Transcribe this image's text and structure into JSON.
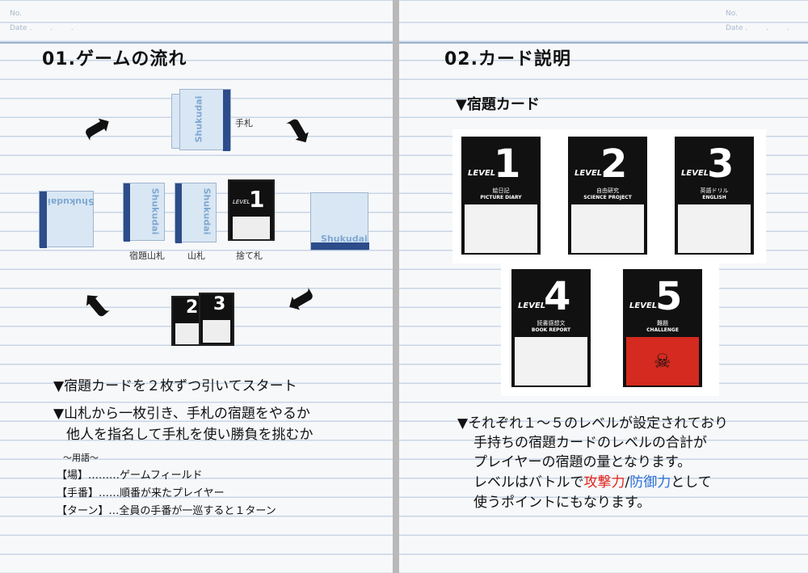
{
  "header": {
    "no_label": "No.",
    "date_label": "Date"
  },
  "left": {
    "heading": "01.ゲームの流れ",
    "hand_label": "手札",
    "deck_labels": [
      "宿題山札",
      "山札",
      "捨て札"
    ],
    "card_brand": "Shukudai",
    "level_word": "LEVEL",
    "lines": [
      "▼宿題カードを２枚ずつ引いてスタート",
      "▼山札から一枚引き、手札の宿題をやるか",
      "他人を指名して手札を使い勝負を挑むか"
    ],
    "glossary_title": "～用語～",
    "glossary": [
      "【場】………ゲームフィールド",
      "【手番】……順番が来たプレイヤー",
      "【ターン】…全員の手番が一巡すると１ターン"
    ]
  },
  "right": {
    "heading": "02.カード説明",
    "subheading": "▼宿題カード",
    "cards": [
      {
        "level": "LEVEL",
        "num": "1",
        "jp": "絵日記",
        "en": "PICTURE DIARY"
      },
      {
        "level": "LEVEL",
        "num": "2",
        "jp": "自由研究",
        "en": "SCIENCE PROJECT"
      },
      {
        "level": "LEVEL",
        "num": "3",
        "jp": "英語ドリル",
        "en": "ENGLISH"
      },
      {
        "level": "LEVEL",
        "num": "4",
        "jp": "読書感想文",
        "en": "BOOK REPORT"
      },
      {
        "level": "LEVEL",
        "num": "5",
        "jp": "難題",
        "en": "CHALLENGE"
      }
    ],
    "desc1": "▼それぞれ１～５のレベルが設定されており",
    "desc2": "手持ちの宿題カードのレベルの合計が",
    "desc3": "プレイヤーの宿題の量となります。",
    "desc4a": "レベルはバトルで",
    "attack": "攻撃力",
    "slash": "/",
    "defense": "防御力",
    "desc4b": "として",
    "desc5": "使うポイントにもなります。",
    "colors": {
      "attack": "#e0251b",
      "defense": "#2a6fd6",
      "challenge_band": "#d42a1f"
    }
  }
}
